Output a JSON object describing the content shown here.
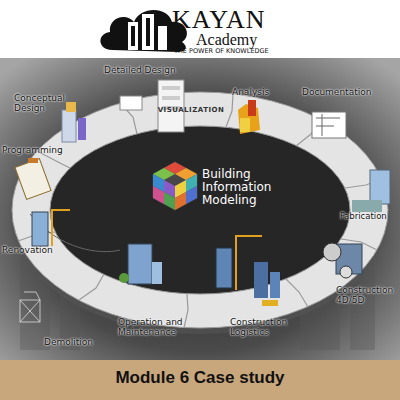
{
  "diagram": {
    "caption": "Module 6 Case study",
    "labels": [
      "KAYAN",
      "Academy",
      "THE POWER OF KNOWLEDGE",
      "Conceptual Design",
      "Detailed Design",
      "Analysis",
      "Documentation",
      "Programming",
      "Fabrication",
      "Construction 4D/5D",
      "Construction Logistics",
      "Operation and Maintenance",
      "Renovation",
      "Demolition",
      "VISUALIZATION",
      "Building Information Modeling"
    ]
  }
}
